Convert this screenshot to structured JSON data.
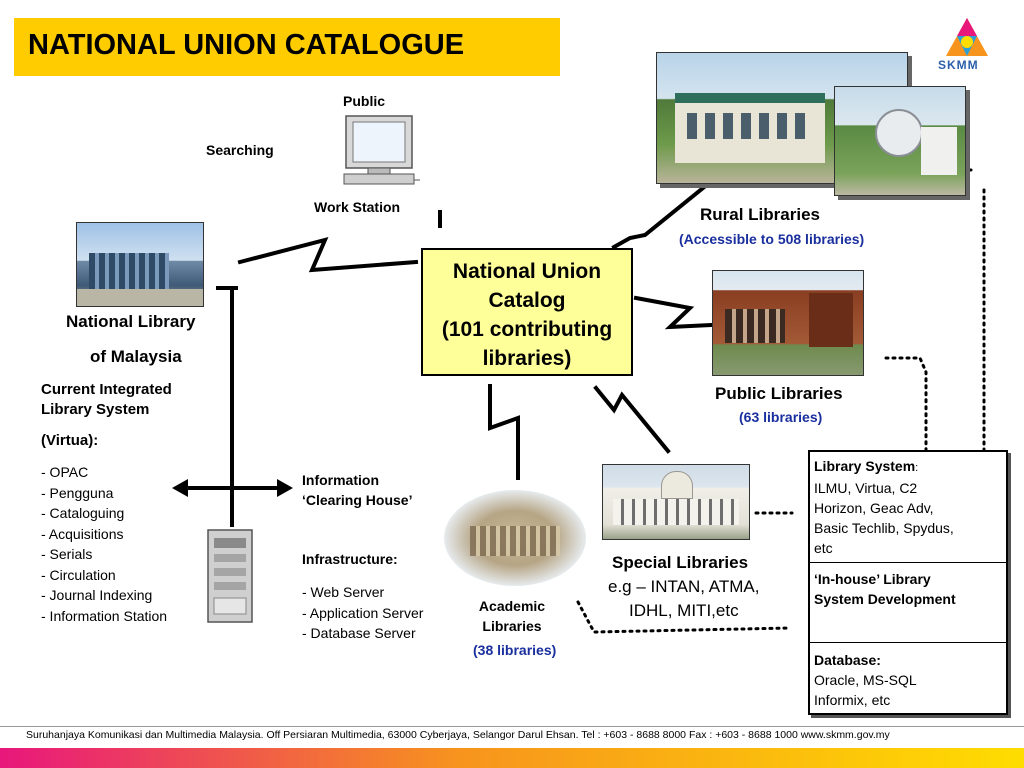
{
  "title": "NATIONAL UNION CATALOGUE",
  "logo": {
    "text": "SKMM"
  },
  "workstation": {
    "top": "Public",
    "left": "Searching",
    "bottom": "Work Station"
  },
  "nlm": {
    "name_line1": "National Library",
    "name_line2": "of Malaysia",
    "ils_line1": "Current Integrated",
    "ils_line2": "Library System",
    "ils_line3": "(Virtua):",
    "modules": [
      "- OPAC",
      "- Pengguna",
      "- Cataloguing",
      "- Acquisitions",
      "- Serials",
      "- Circulation",
      "- Journal Indexing",
      "- Information Station"
    ]
  },
  "nuc": {
    "line1": "National Union",
    "line2": "Catalog",
    "line3": "(101 contributing",
    "line4": "libraries)"
  },
  "clearing_house": {
    "line1": "Information",
    "line2": "‘Clearing House’"
  },
  "infrastructure": {
    "heading": "Infrastructure:",
    "items": [
      "- Web Server",
      "- Application Server",
      "- Database Server"
    ]
  },
  "rural": {
    "name": "Rural Libraries",
    "count": "(Accessible to 508 libraries)"
  },
  "public_lib": {
    "name": "Public Libraries",
    "count": "(63 libraries)"
  },
  "special": {
    "name": "Special Libraries",
    "line2": "e.g – INTAN, ATMA,",
    "line3": "IDHL, MITI,etc"
  },
  "academic": {
    "line1": "Academic",
    "line2": "Libraries",
    "count": "(38 libraries)"
  },
  "library_system": {
    "heading": "Library System",
    "colon": ":",
    "list": [
      "ILMU, Virtua, C2",
      "Horizon, Geac Adv,",
      "Basic Techlib, Spydus,",
      "etc"
    ],
    "inhouse_line1": "‘In-house’ Library",
    "inhouse_line2": "System Development",
    "db_heading": "Database:",
    "db_line1": "Oracle, MS-SQL",
    "db_line2": "Informix, etc"
  },
  "footer": "Suruhanjaya Komunikasi dan Multimedia Malaysia. Off Persiaran Multimedia, 63000 Cyberjaya, Selangor Darul Ehsan. Tel : +603 - 8688 8000 Fax : +603 - 8688 1000  www.skmm.gov.my",
  "colors": {
    "title_bg": "#ffcc00",
    "nuc_bg": "#ffff99",
    "count_text": "#1a2f9e"
  },
  "icons": [
    "computer-icon",
    "server-icon",
    "skmm-logo-icon",
    "double-arrow-icon"
  ]
}
